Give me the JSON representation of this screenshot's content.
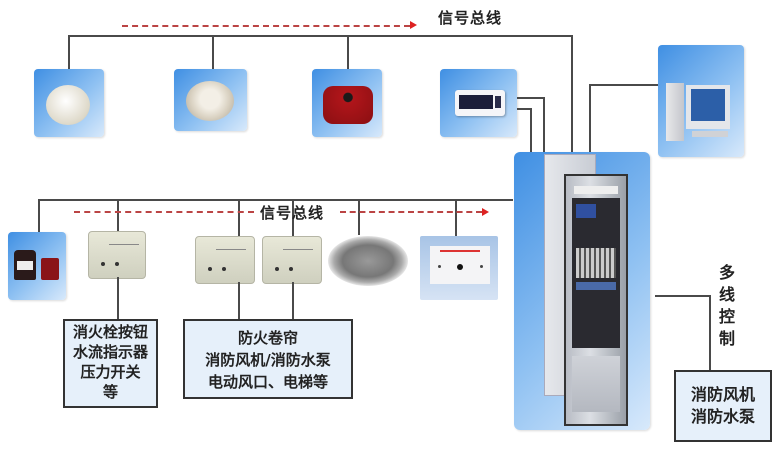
{
  "diagram": {
    "title": "Fire alarm system — signal bus topology",
    "top_bus_label": "信号总线",
    "bottom_bus_label": "信号总线",
    "multi_line_label": "多线控制",
    "colors": {
      "tile_blue": "#3f8fe3",
      "line": "#4a4a4a",
      "arrow_red": "#d22222",
      "label_box_fill": "#e6f0fa"
    },
    "top_devices": [
      {
        "name": "smoke-detector",
        "icon": "smoke-detector-icon"
      },
      {
        "name": "heat-detector",
        "icon": "heat-detector-icon"
      },
      {
        "name": "alarm-bell",
        "icon": "alarm-bell-icon"
      },
      {
        "name": "repeater-panel",
        "icon": "display-panel-icon"
      }
    ],
    "bottom_devices": [
      {
        "name": "manual-call-point",
        "icon": "manual-call-point-icon"
      },
      {
        "name": "input-module",
        "icon": "input-module-icon"
      },
      {
        "name": "io-module-1",
        "icon": "io-module-icon"
      },
      {
        "name": "io-module-2",
        "icon": "io-module-icon"
      },
      {
        "name": "speaker",
        "icon": "speaker-icon"
      },
      {
        "name": "telephone-jack",
        "icon": "telephone-jack-icon"
      }
    ],
    "label_boxes": {
      "input_box": [
        "消火栓按钮",
        "水流指示器",
        "压力开关",
        "等"
      ],
      "output_box": [
        "防火卷帘",
        "消防风机/消防水泵",
        "电动风口、电梯等"
      ],
      "multi_line_box": [
        "消防风机",
        "消防水泵"
      ]
    },
    "controller": {
      "name": "fire-alarm-control-cabinet",
      "icon": "control-cabinet-icon"
    },
    "computer": {
      "name": "monitoring-computer",
      "icon": "computer-icon"
    }
  }
}
